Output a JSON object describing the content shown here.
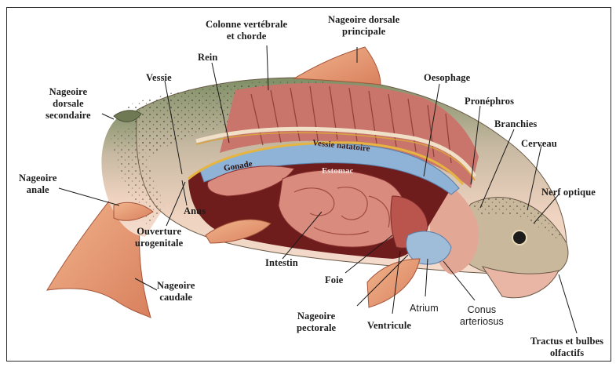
{
  "labels": {
    "colonne": [
      "Colonne vertébrale",
      "et chorde"
    ],
    "dorsale_principale": [
      "Nageoire dorsale",
      "principale"
    ],
    "rein": "Rein",
    "vessie": "Vessie",
    "oesophage": "Oesophage",
    "pronephros": "Pronéphros",
    "dorsale_secondaire": [
      "Nageoire",
      "dorsale",
      "secondaire"
    ],
    "branchies": "Branchies",
    "cerveau": "Cerveau",
    "vessie_natatoire": "Vessie natatoire",
    "gonade": "Gonade",
    "estomac": "Estomac",
    "anale": [
      "Nageoire",
      "anale"
    ],
    "nerf_optique": "Nerf optique",
    "anus": "Anus",
    "ouverture": [
      "Ouverture",
      "urogenitale"
    ],
    "intestin": "Intestin",
    "foie": "Foie",
    "caudale": [
      "Nageoire",
      "caudale"
    ],
    "pectorale": [
      "Nageoire",
      "pectorale"
    ],
    "atrium": "Atrium",
    "ventricule": "Ventricule",
    "conus": [
      "Conus",
      "arteriosus"
    ],
    "tractus": [
      "Tractus et bulbes",
      "olfactifs"
    ]
  },
  "colors": {
    "skin_back": "#8a9a6a",
    "skin_belly": "#f2d9c8",
    "flesh": "#c96a62",
    "cavity": "#6e1c1c",
    "organ": "#d98b7e",
    "swim_bladder": "#8fb3d6",
    "heart": "#9fbcd9",
    "fin": "#e7a27a"
  }
}
